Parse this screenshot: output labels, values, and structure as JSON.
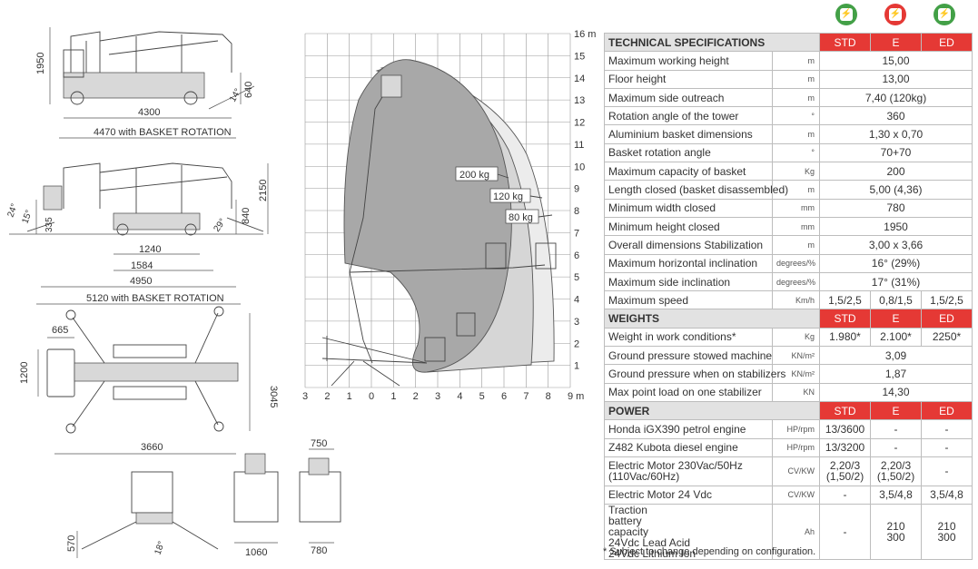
{
  "drawings": {
    "side": {
      "h_1950": "1950",
      "h_640": "640",
      "angle_14": "14°",
      "len_4300": "4300",
      "len_4470": "4470 with BASKET ROTATION"
    },
    "outrig": {
      "angle_24": "24°",
      "angle_15": "15°",
      "h_335": "335",
      "h_2150": "2150",
      "h_840": "840",
      "angle_29": "29°",
      "w_1240": "1240",
      "w_1584": "1584",
      "w_4950": "4950",
      "w_5120": "5120 with BASKET ROTATION"
    },
    "top": {
      "d_665": "665",
      "d_1200": "1200",
      "d_3045": "3045",
      "d_3660": "3660"
    },
    "front": {
      "d_570": "570",
      "angle_18": "18°",
      "d_1060": "1060",
      "d_750": "750",
      "d_780": "780"
    },
    "envelope": {
      "y_ticks": [
        "1",
        "2",
        "3",
        "4",
        "5",
        "6",
        "7",
        "8",
        "9",
        "10",
        "11",
        "12",
        "13",
        "14",
        "15",
        "16 m"
      ],
      "x_ticks": [
        "3",
        "2",
        "1",
        "0",
        "1",
        "2",
        "3",
        "4",
        "5",
        "6",
        "7",
        "8",
        "9 m"
      ],
      "loads": [
        "200 kg",
        "120 kg",
        "80 kg"
      ]
    }
  },
  "spec": {
    "icons": [
      {
        "name": "std-power-icon",
        "color": "#43a047"
      },
      {
        "name": "e-power-icon",
        "color": "#e53935"
      },
      {
        "name": "ed-power-icon",
        "color": "#43a047"
      }
    ],
    "tech_header": "TECHNICAL SPECIFICATIONS",
    "variants": [
      "STD",
      "E",
      "ED"
    ],
    "tech_rows": [
      {
        "label": "Maximum working height",
        "unit": "m",
        "value": "15,00"
      },
      {
        "label": "Floor height",
        "unit": "m",
        "value": "13,00"
      },
      {
        "label": "Maximum side outreach",
        "unit": "m",
        "value": "7,40 (120kg)"
      },
      {
        "label": "Rotation angle of the tower",
        "unit": "°",
        "value": "360"
      },
      {
        "label": "Aluminium basket dimensions",
        "unit": "m",
        "value": "1,30 x 0,70"
      },
      {
        "label": "Basket rotation angle",
        "unit": "°",
        "value": "70+70"
      },
      {
        "label": "Maximum capacity of basket",
        "unit": "Kg",
        "value": "200"
      },
      {
        "label": "Length closed (basket disassembled)",
        "unit": "m",
        "value": "5,00 (4,36)"
      },
      {
        "label": "Minimum width closed",
        "unit": "mm",
        "value": "780"
      },
      {
        "label": "Minimum height closed",
        "unit": "mm",
        "value": "1950"
      },
      {
        "label": "Overall dimensions  Stabilization",
        "unit": "m",
        "value": "3,00 x 3,66"
      },
      {
        "label": "Maximum horizontal inclination",
        "unit": "degrees/%",
        "value": "16° (29%)"
      },
      {
        "label": "Maximum side inclination",
        "unit": "degrees/%",
        "value": "17° (31%)"
      }
    ],
    "speed": {
      "label": "Maximum speed",
      "unit": "Km/h",
      "values": [
        "1,5/2,5",
        "0,8/1,5",
        "1,5/2,5"
      ]
    },
    "weights_header": "WEIGHTS",
    "weight_work": {
      "label": "Weight in work conditions*",
      "unit": "Kg",
      "values": [
        "1.980*",
        "2.100*",
        "2250*"
      ]
    },
    "weight_rows": [
      {
        "label": "Ground pressure stowed machine",
        "unit": "KN/m²",
        "value": "3,09"
      },
      {
        "label": "Ground pressure when on stabilizers",
        "unit": "KN/m²",
        "value": "1,87"
      },
      {
        "label": "Max point load on one stabilizer",
        "unit": "KN",
        "value": "14,30"
      }
    ],
    "power_header": "POWER",
    "power_rows": [
      {
        "label": "Honda iGX390 petrol engine",
        "unit": "HP/rpm",
        "values": [
          "13/3600",
          "-",
          "-"
        ]
      },
      {
        "label": "Z482 Kubota diesel engine",
        "unit": "HP/rpm",
        "values": [
          "13/3200",
          "-",
          "-"
        ]
      }
    ],
    "electric": {
      "label1": "Electric Motor 230Vac/50Hz",
      "label2": "(110Vac/60Hz)",
      "unit": "CV/KW",
      "std1": "2,20/3",
      "std2": "(1,50/2)",
      "e1": "2,20/3",
      "e2": "(1,50/2)",
      "ed": "-"
    },
    "motor24": {
      "label": "Electric Motor  24 Vdc",
      "unit": "CV/KW",
      "values": [
        "-",
        "3,5/4,8",
        "3,5/4,8"
      ]
    },
    "battery": {
      "label1": "Traction battery",
      "label2": "capacity",
      "type1": "24Vdc Lead Acid",
      "type2": "24Vdc Lithium Ion",
      "unit": "Ah",
      "std": "-",
      "e1": "210",
      "e2": "300",
      "ed1": "210",
      "ed2": "300"
    },
    "footnote": "* Subject to change depending on configuration."
  }
}
